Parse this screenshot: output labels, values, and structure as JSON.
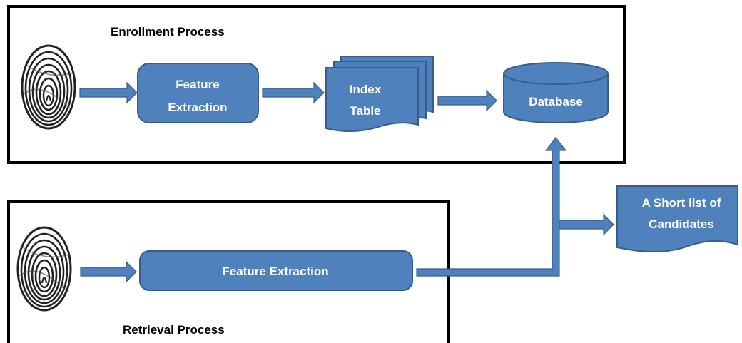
{
  "enrollment": {
    "title": "Enrollment Process",
    "feature_box": {
      "line1": "Feature",
      "line2": "Extraction"
    },
    "index_table": {
      "line1": "Index",
      "line2": "Table"
    },
    "database": "Database"
  },
  "retrieval": {
    "title": "Retrieval Process",
    "feature_box": "Feature Extraction"
  },
  "output": {
    "line1": "A Short list of",
    "line2": "Candidates"
  },
  "colors": {
    "shape_fill": "#4F81BD",
    "shape_stroke": "#385D8A",
    "frame": "#000000"
  },
  "icons": [
    "fingerprint-icon"
  ]
}
